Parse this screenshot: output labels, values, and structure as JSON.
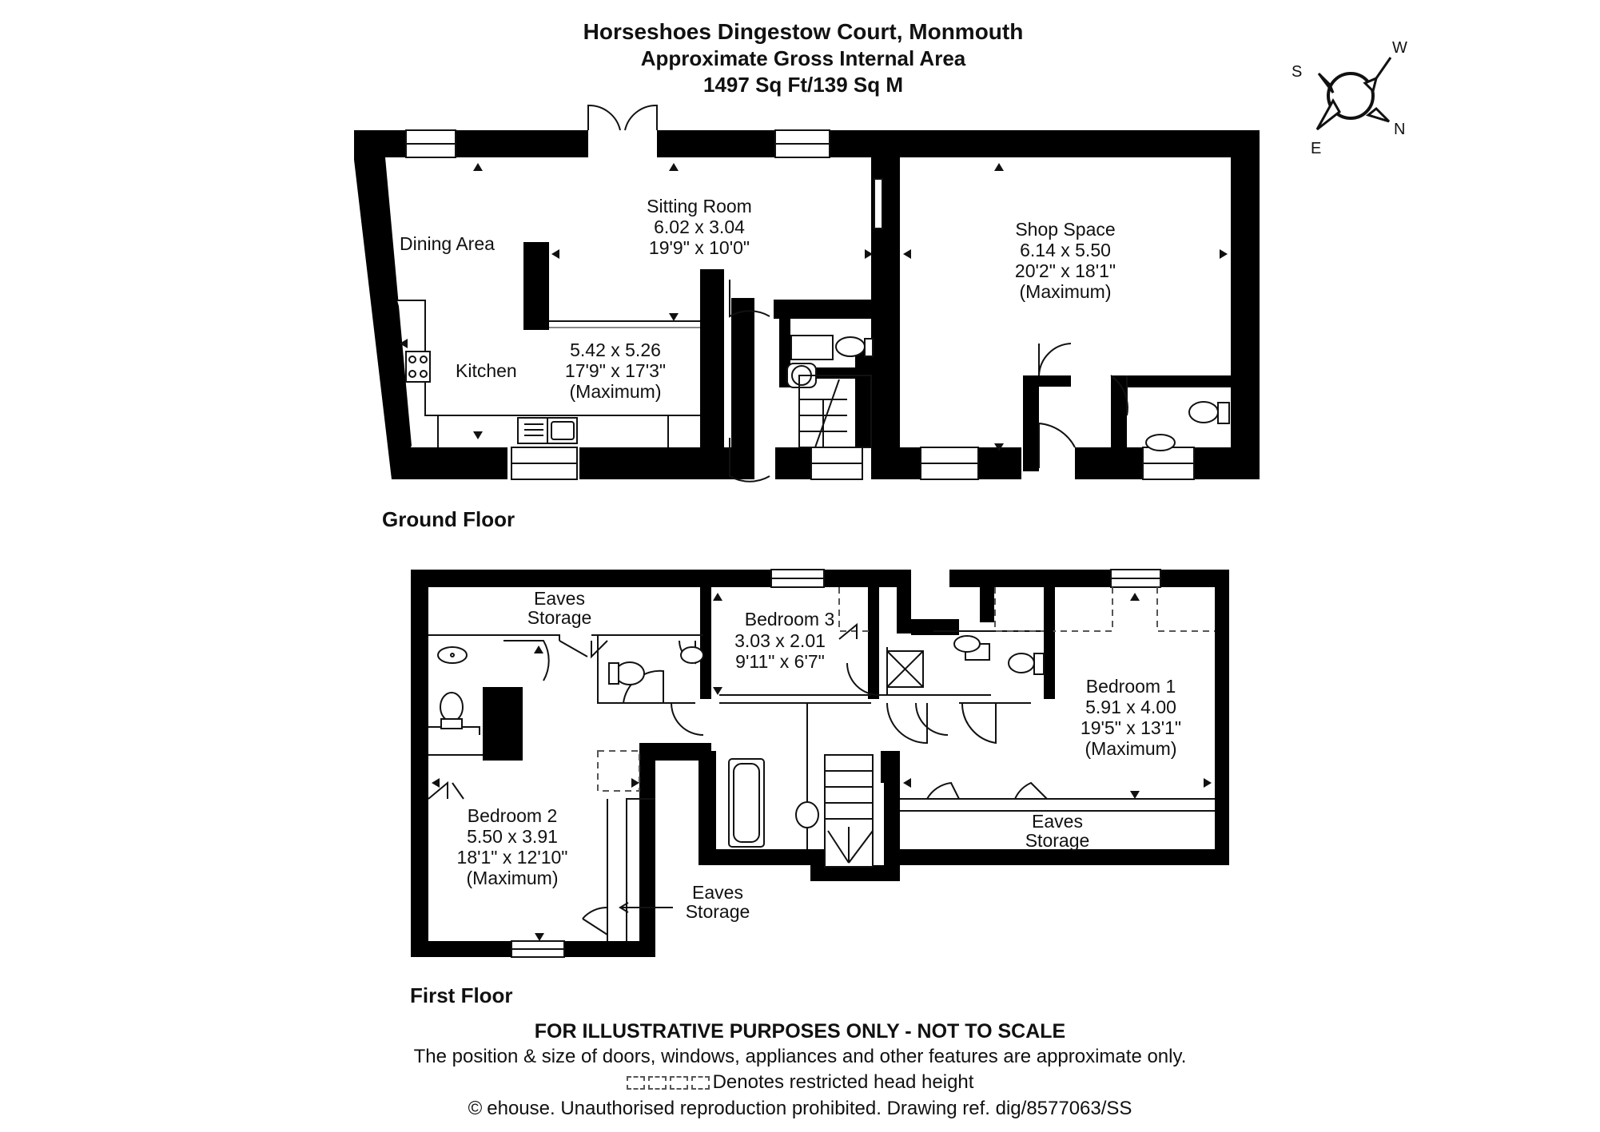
{
  "header": {
    "title": "Horseshoes Dingestow Court, Monmouth",
    "subtitle": "Approximate Gross Internal Area",
    "area": "1497 Sq Ft/139 Sq M"
  },
  "compass": {
    "w": "W",
    "s": "S",
    "n": "N",
    "e": "E"
  },
  "ground_floor": {
    "label": "Ground Floor",
    "sitting": {
      "name": "Sitting Room",
      "metric": "6.02 x 3.04",
      "imperial": "19'9\" x 10'0\""
    },
    "dining": {
      "name": "Dining Area"
    },
    "kitchen": {
      "name": "Kitchen",
      "metric": "5.42 x 5.26",
      "imperial": "17'9\" x 17'3\"",
      "note": "(Maximum)"
    },
    "shop": {
      "name": "Shop Space",
      "metric": "6.14 x 5.50",
      "imperial": "20'2\" x 18'1\"",
      "note": "(Maximum)"
    }
  },
  "first_floor": {
    "label": "First Floor",
    "eaves_top": {
      "line1": "Eaves",
      "line2": "Storage"
    },
    "bedroom3": {
      "name": "Bedroom 3",
      "metric": "3.03 x 2.01",
      "imperial": "9'11\" x 6'7\""
    },
    "bedroom1": {
      "name": "Bedroom 1",
      "metric": "5.91 x 4.00",
      "imperial": "19'5\" x 13'1\"",
      "note": "(Maximum)"
    },
    "eaves_right": {
      "line1": "Eaves",
      "line2": "Storage"
    },
    "bedroom2": {
      "name": "Bedroom 2",
      "metric": "5.50 x 3.91",
      "imperial": "18'1\" x 12'10\"",
      "note": "(Maximum)"
    },
    "eaves_bottom": {
      "line1": "Eaves",
      "line2": "Storage"
    }
  },
  "footer": {
    "disclaimer": "FOR ILLUSTRATIVE PURPOSES ONLY - NOT TO SCALE",
    "position_note": "The position & size of doors, windows, appliances and other features are approximate only.",
    "legend": "Denotes restricted head height",
    "copyright_symbol": "©",
    "copyright": "ehouse. Unauthorised reproduction prohibited. Drawing ref. dig/8577063/SS"
  },
  "colors": {
    "wall": "#000000",
    "line": "#111111",
    "background": "#ffffff"
  }
}
